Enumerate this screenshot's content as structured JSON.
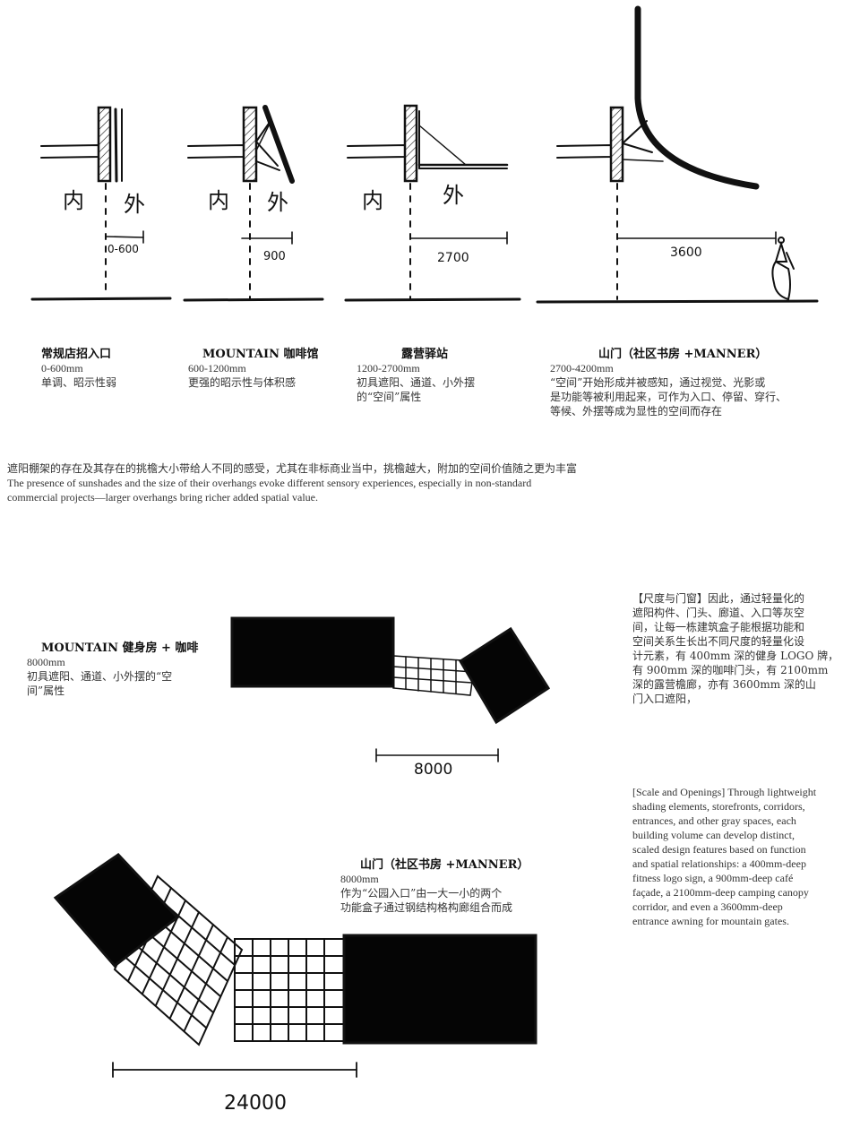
{
  "sections": [
    {
      "sketch_labels": {
        "inside": "内",
        "outside": "外",
        "dim": "0-600"
      },
      "title": "常规店招入口",
      "range": "0-600mm",
      "desc": [
        "单调、昭示性弱"
      ]
    },
    {
      "sketch_labels": {
        "inside": "内",
        "outside": "外",
        "dim": "900"
      },
      "title": "MOUNTAIN 咖啡馆",
      "range": "600-1200mm",
      "desc": [
        "更强的昭示性与体积感"
      ]
    },
    {
      "sketch_labels": {
        "inside": "内",
        "outside": "外",
        "dim": "2700"
      },
      "title": "露营驿站",
      "range": "1200-2700mm",
      "desc": [
        "初具遮阳、通道、小外摆",
        "的“空间”属性"
      ]
    },
    {
      "sketch_labels": {
        "dim": "3600"
      },
      "title": "山门（社区书房 +MANNER）",
      "range": "2700-4200mm",
      "desc": [
        "“空间”开始形成并被感知，通过视觉、光影或",
        "是功能等被利用起来，可作为入口、停留、穿行、",
        "等候、外摆等成为显性的空间而存在"
      ]
    }
  ],
  "summary": {
    "cn": "遮阳棚架的存在及其存在的挑檐大小带给人不同的感受，尤其在非标商业当中，挑檐越大，附加的空间价值随之更为丰富",
    "en": [
      "The presence of sunshades and the size of their overhangs evoke different sensory experiences, especially in non-standard",
      "commercial projects—larger overhangs bring richer added spatial value."
    ]
  },
  "plan_gym": {
    "title": "MOUNTAIN 健身房 + 咖啡",
    "range": "8000mm",
    "desc": [
      "初具遮阳、通道、小外摆的“空",
      "间”属性"
    ],
    "dim": "8000"
  },
  "plan_gate": {
    "title": "山门（社区书房 +MANNER）",
    "range": "8000mm",
    "desc": [
      "作为“公园入口”由一大一小的两个",
      "功能盒子通过钢结构格构廊组合而成"
    ],
    "dim": "24000"
  },
  "scale_cn": [
    "【尺度与门窗】因此，通过轻量化的",
    "遮阳构件、门头、廊道、入口等灰空",
    "间，让每一栋建筑盒子能根据功能和",
    "空间关系生长出不同尺度的轻量化设",
    "计元素，有 400mm 深的健身 LOGO 牌，",
    "有 900mm 深的咖啡门头，有 2100mm",
    "深的露营檐廊，亦有 3600mm 深的山",
    "门入口遮阳，"
  ],
  "scale_en": [
    "[Scale and Openings] Through lightweight",
    " shading elements, storefronts, corridors,",
    "entrances, and other gray spaces, each",
    "building volume can develop distinct,",
    "scaled design features based on function",
    "and spatial relationships: a 400mm-deep",
    "fitness logo sign, a 900mm-deep café",
    "façade, a 2100mm-deep camping canopy",
    " corridor, and even a 3600mm-deep",
    " entrance awning for mountain gates."
  ]
}
